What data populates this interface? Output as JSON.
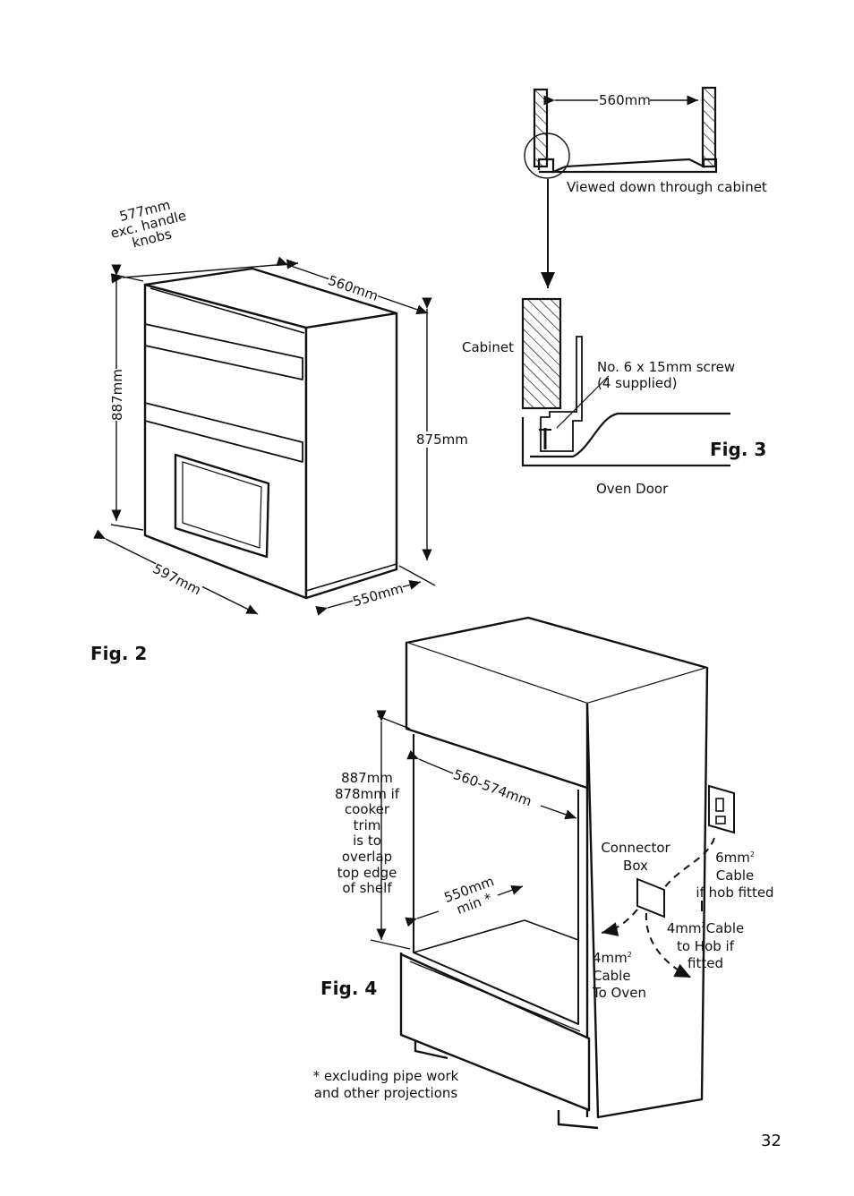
{
  "fig2": {
    "caption": "Fig. 2",
    "dim_577": [
      "577mm",
      "exc. handle",
      "knobs"
    ],
    "dim_560": "560mm",
    "dim_887": "887mm",
    "dim_875": "875mm",
    "dim_597": "597mm",
    "dim_550": "550mm"
  },
  "fig3": {
    "caption": "Fig. 3",
    "dim_560": "560mm",
    "viewed": "Viewed down through cabinet",
    "cabinet": "Cabinet",
    "screw_line1": "No. 6 x 15mm screw",
    "screw_line2": "(4 supplied)",
    "oven_door": "Oven Door"
  },
  "fig4": {
    "caption": "Fig. 4",
    "height_note": [
      "887mm",
      "878mm if",
      "cooker",
      "trim",
      "is to",
      "overlap",
      "top edge",
      "of shelf"
    ],
    "width": "560-574mm",
    "depth": [
      "550mm",
      "min *"
    ],
    "connector": [
      "Connector",
      "Box"
    ],
    "cable_6": [
      "6mm",
      "Cable",
      "if hob fitted"
    ],
    "cable_hob": [
      "4mm",
      "Cable",
      "to Hob if",
      "fitted"
    ],
    "cable_oven": [
      "4mm",
      "Cable",
      "To Oven"
    ],
    "superscript": "2",
    "footnote": [
      "* excluding pipe work",
      "and other projections"
    ]
  },
  "page_number": "32"
}
